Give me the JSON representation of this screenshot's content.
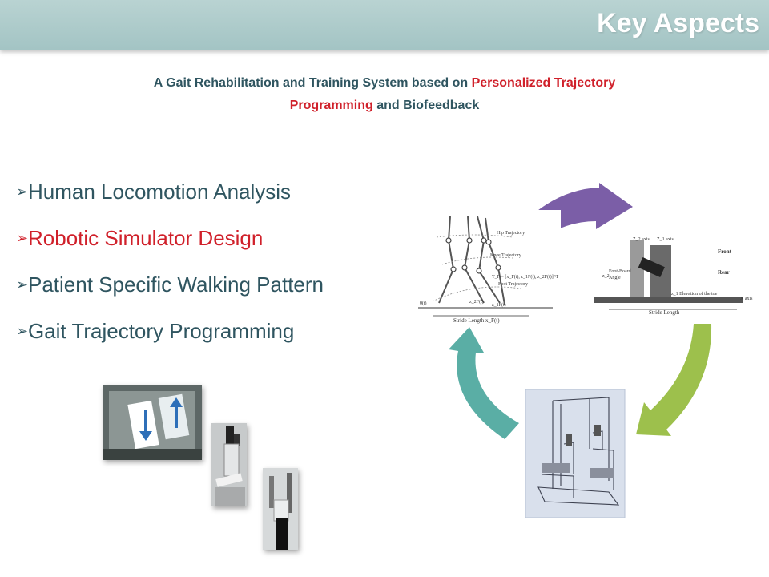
{
  "header": {
    "title": "Key Aspects"
  },
  "subtitle": {
    "part1": "A Gait Rehabilitation and Training System based on ",
    "highlight1": "Personalized Trajectory",
    "highlight2": "Programming",
    "part2": " and Biofeedback"
  },
  "bullets": [
    {
      "label": "Human Locomotion Analysis",
      "highlight": false
    },
    {
      "label": "Robotic Simulator Design",
      "highlight": true
    },
    {
      "label": "Patient Specific Walking Pattern",
      "highlight": false
    },
    {
      "label": "Gait Trajectory Programming",
      "highlight": false
    }
  ],
  "colors": {
    "header": "#a3c4c4",
    "text": "#2f5560",
    "highlight": "#d0202a",
    "arrow_top": "#7b5ea7",
    "arrow_right": "#9dc04c",
    "arrow_left": "#5aaea5"
  },
  "gait_figure": {
    "hip": "Hip Trajectory",
    "knee": "Knee Trajectory",
    "foot": "Foot Trajectory",
    "formula": "T_F = [x_F(t), z_1F(t), z_2F(t)]^T",
    "theta": "θ(t)",
    "z2f": "z_2F(t)",
    "z1f": "z_1F(t)",
    "stride": "Stride Length x_F(t)"
  },
  "foot_figure": {
    "z2axis": "Z_2 axis",
    "z1axis": "Z_1 axis",
    "front": "Front",
    "rear": "Rear",
    "z2": "z_2",
    "footboard1": "Foot-Board",
    "footboard2": "Angle",
    "z1": "z_1",
    "elevation": "z_1 Elevation of the toe",
    "xaxis": "X axis",
    "stride": "Stride Length"
  }
}
